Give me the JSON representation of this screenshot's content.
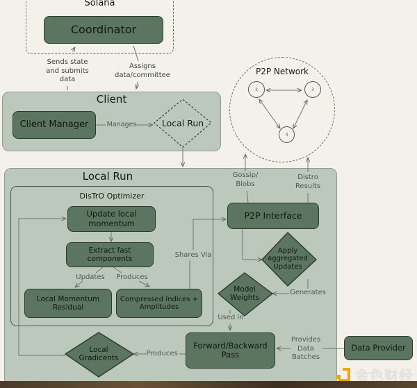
{
  "solana": {
    "title": "Solana",
    "coordinator": "Coordinator"
  },
  "edges": {
    "sends_state": "Sends state and submits data",
    "assigns": "Assigns data/committee",
    "manages": "Manages",
    "gossip": "Gossip/ Blobs",
    "distro_results": "Distro Results",
    "updates": "Updates",
    "produces_compressed": "Produces",
    "shares_via": "Shares Via",
    "generates": "Generates",
    "used_in": "Used in",
    "produces_gradients": "Produces",
    "provides_data": "Provides Data Batches"
  },
  "p2p_network": {
    "title": "P2P Network",
    "nodes": [
      "2",
      "3",
      "4"
    ]
  },
  "client": {
    "title": "Client",
    "client_manager": "Client Manager",
    "local_run_decision": "Local Run"
  },
  "local_run": {
    "title": "Local Run",
    "distro_optimizer": {
      "title": "DisTrO Optimizer",
      "update_momentum": "Update local momentum",
      "extract_fast": "Extract fast components",
      "momentum_residual": "Local Momentum Residual",
      "compressed": "Compressed Indices + Amplitudes"
    },
    "p2p_interface": "P2P Interface",
    "apply_updates": "Apply aggregated Updates",
    "model_weights": "Model Weights",
    "local_gradients": "Local Gradicents",
    "forward_backward": "Forward/Backward Pass"
  },
  "data_provider": "Data Provider",
  "watermark": {
    "text": "金色财经",
    "color": "#f0a500"
  },
  "colors": {
    "node_fill": "#5b7560",
    "group_fill": "#bcc8bb",
    "background": "#f3f1ea"
  }
}
